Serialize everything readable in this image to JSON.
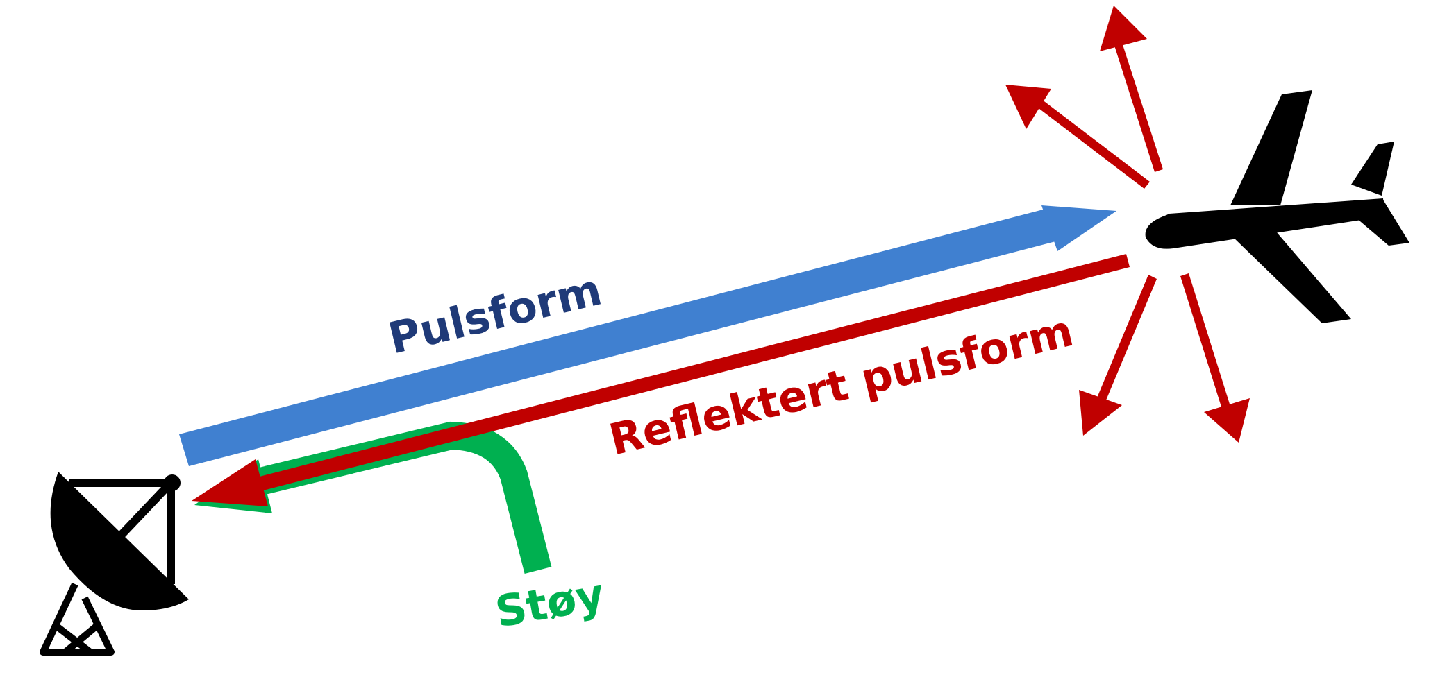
{
  "labels": {
    "transmitted": "Pulsform",
    "reflected": "Reflektert pulsform",
    "noise": "Støy"
  },
  "colors": {
    "transmitted_arrow": "#4080d0",
    "transmitted_text": "#1f3a78",
    "reflected": "#c00000",
    "noise": "#00b050",
    "icon": "#000000",
    "background": "#ffffff"
  },
  "icons": {
    "radar": "radar-dish-icon",
    "aircraft": "airplane-icon"
  }
}
